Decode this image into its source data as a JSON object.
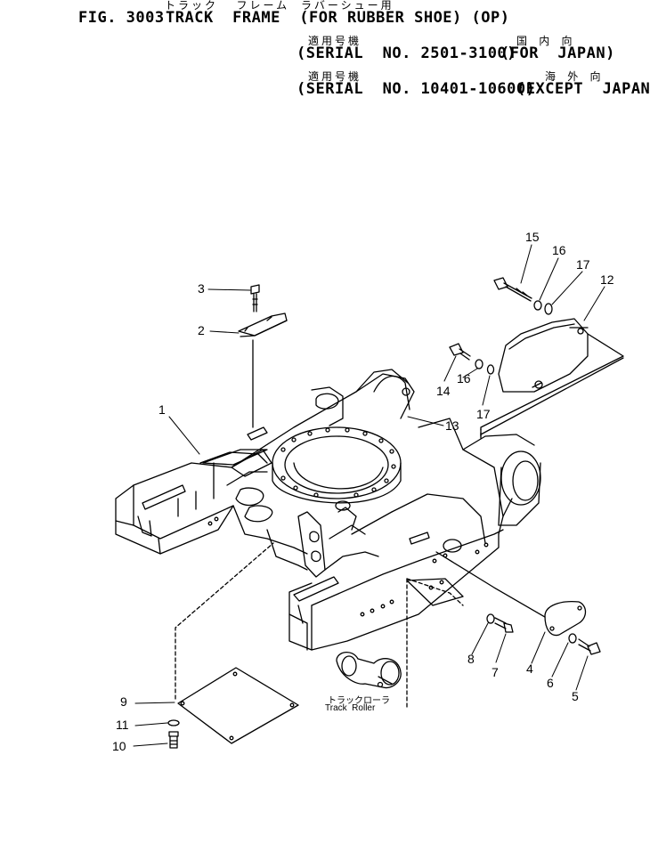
{
  "header": {
    "fig_label": "FIG. 3003",
    "title": "TRACK  FRAME  (FOR RUBBER SHOE) (OP)",
    "title_jp_1": "トラック  フレーム",
    "title_jp_2": "ラバーシュー用",
    "applic_jp": "適用号機",
    "dom_jp": "国 内 向",
    "serial_1": "(SERIAL  NO. 2501-3100)",
    "region_1": "(FOR  JAPAN)",
    "applic_jp_2": "適用号機",
    "exp_jp": "海 外 向",
    "serial_2": "(SERIAL  NO. 10401-10600)",
    "region_2": "(EXCEPT  JAPAN)"
  },
  "callouts": [
    "1",
    "2",
    "3",
    "4",
    "5",
    "6",
    "7",
    "8",
    "9",
    "10",
    "11",
    "12",
    "13",
    "14",
    "15",
    "16",
    "16",
    "17",
    "17"
  ],
  "track_roller_label_jp": "トラックローラ",
  "track_roller_label": "Track  Roller"
}
